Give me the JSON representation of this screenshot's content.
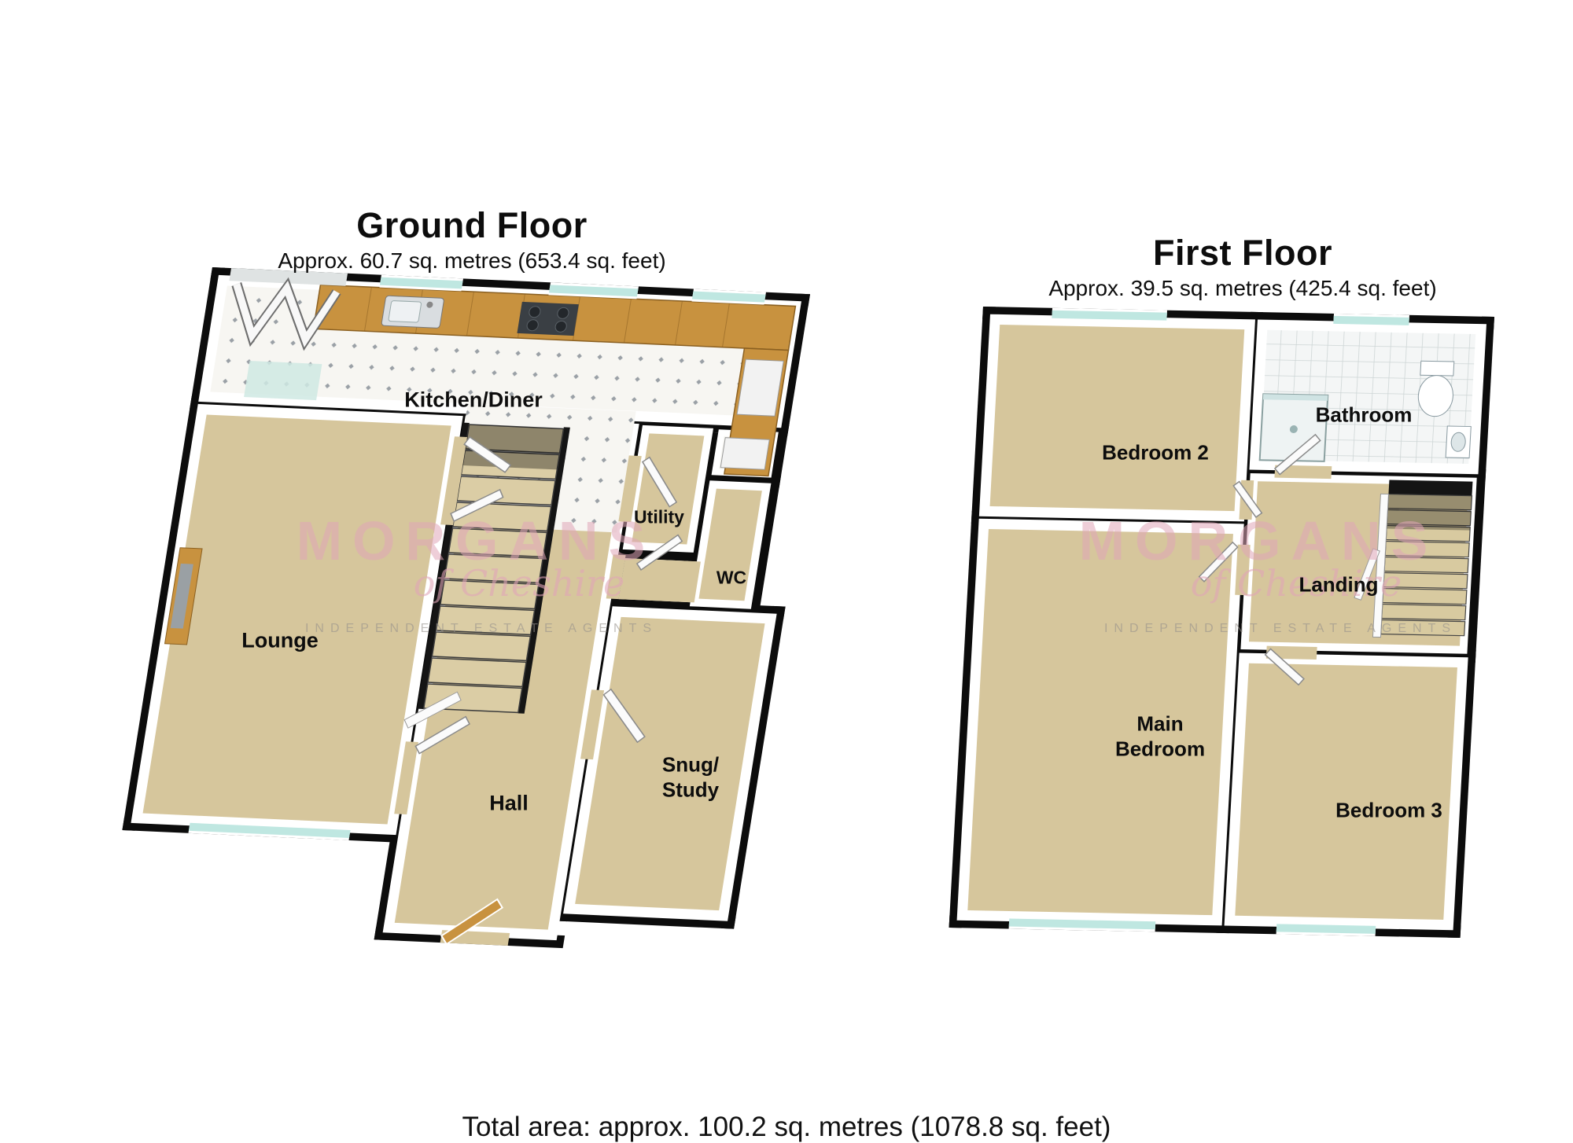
{
  "document": {
    "footer_total_area": "Total area: approx. 100.2 sq. metres (1078.8 sq. feet)"
  },
  "ground_floor": {
    "title": "Ground Floor",
    "subtitle": "Approx. 60.7 sq. metres (653.4 sq. feet)",
    "rooms": {
      "kitchen_diner": "Kitchen/Diner",
      "lounge": "Lounge",
      "hall": "Hall",
      "utility": "Utility",
      "wc": "WC",
      "snug_line1": "Snug/",
      "snug_line2": "Study"
    }
  },
  "first_floor": {
    "title": "First Floor",
    "subtitle": "Approx. 39.5 sq. metres (425.4 sq. feet)",
    "rooms": {
      "bedroom2": "Bedroom 2",
      "bathroom": "Bathroom",
      "landing": "Landing",
      "main_bedroom_line1": "Main",
      "main_bedroom_line2": "Bedroom",
      "bedroom3": "Bedroom 3"
    }
  },
  "watermark": {
    "brand": "MORGANS",
    "script": "of Cheshire",
    "tagline": "INDEPENDENT ESTATE AGENTS"
  },
  "colors": {
    "wall": "#0c0c0c",
    "floor_beige": "#d6c69c",
    "window_glass": "#bfe7e1",
    "counter_wood": "#c8923f",
    "watermark_pink": "#e0a5b8"
  }
}
